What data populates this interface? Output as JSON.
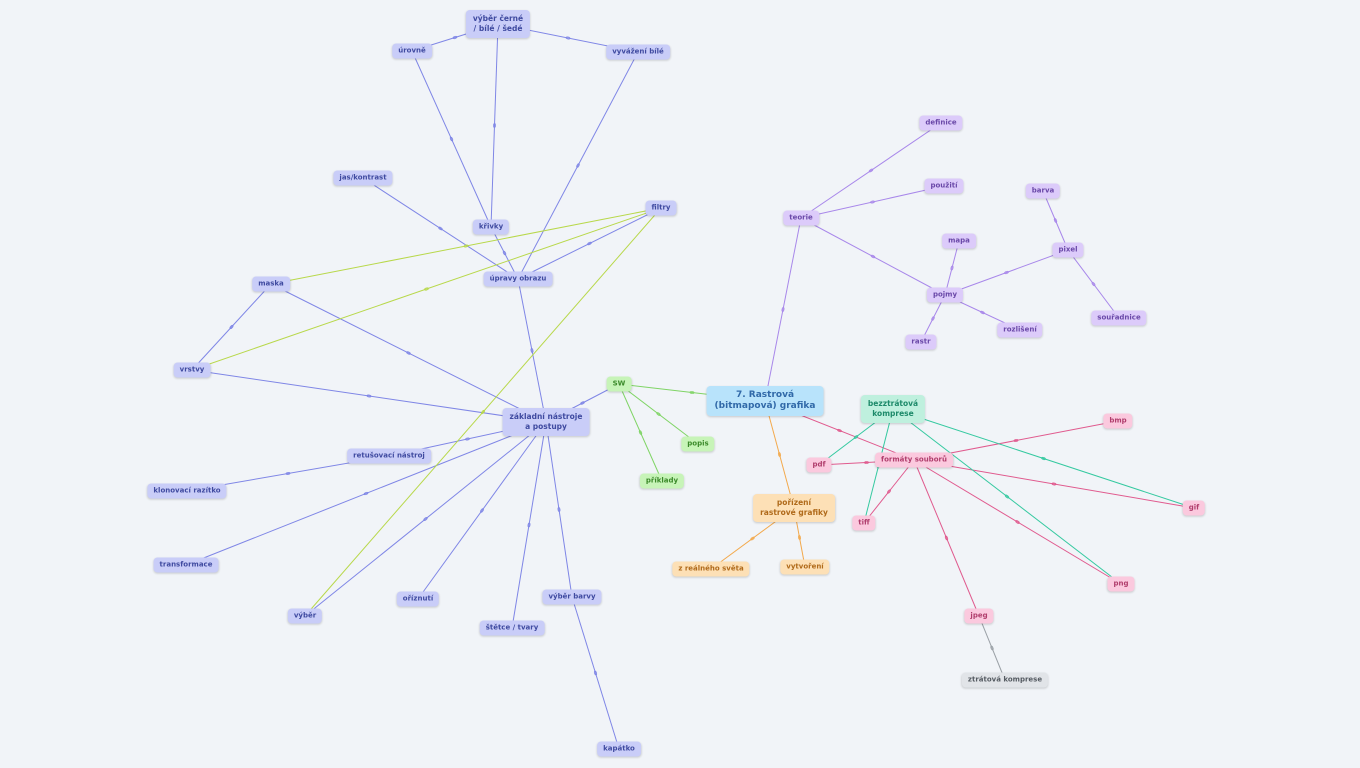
{
  "colors": {
    "blue": "#7f86e6",
    "purple": "#a887ea",
    "green": "#7fd465",
    "orange": "#f3a94c",
    "pink": "#e05a8e",
    "teal": "#35c9a0",
    "lime": "#b8d84a",
    "gray": "#9aa0a6"
  },
  "diagram": {
    "nodes": [
      {
        "id": "root",
        "label": "7. Rastrová (bitmapová) grafika",
        "color": "root"
      },
      {
        "id": "teorie",
        "label": "teorie",
        "color": "purple"
      },
      {
        "id": "definice",
        "label": "definice",
        "color": "purple"
      },
      {
        "id": "pouziti",
        "label": "použití",
        "color": "purple"
      },
      {
        "id": "pojmy",
        "label": "pojmy",
        "color": "purple"
      },
      {
        "id": "mapa",
        "label": "mapa",
        "color": "purple"
      },
      {
        "id": "pixel",
        "label": "pixel",
        "color": "purple"
      },
      {
        "id": "barva",
        "label": "barva",
        "color": "purple"
      },
      {
        "id": "souradnice",
        "label": "souřadnice",
        "color": "purple"
      },
      {
        "id": "rozliseni",
        "label": "rozlišení",
        "color": "purple"
      },
      {
        "id": "rastr",
        "label": "rastr",
        "color": "purple"
      },
      {
        "id": "sw",
        "label": "SW",
        "color": "green"
      },
      {
        "id": "popis",
        "label": "popis",
        "color": "green"
      },
      {
        "id": "priklady",
        "label": "příklady",
        "color": "green"
      },
      {
        "id": "porizeni",
        "label": "pořízení rastrové grafiky",
        "color": "orange"
      },
      {
        "id": "realny",
        "label": "z reálného světa",
        "color": "orange"
      },
      {
        "id": "vytvoreni",
        "label": "vytvoření",
        "color": "orange"
      },
      {
        "id": "formaty",
        "label": "formáty souborů",
        "color": "pink"
      },
      {
        "id": "bmp",
        "label": "bmp",
        "color": "pink"
      },
      {
        "id": "pdf",
        "label": "pdf",
        "color": "pink"
      },
      {
        "id": "tiff",
        "label": "tiff",
        "color": "pink"
      },
      {
        "id": "gif",
        "label": "gif",
        "color": "pink"
      },
      {
        "id": "png",
        "label": "png",
        "color": "pink"
      },
      {
        "id": "jpeg",
        "label": "jpeg",
        "color": "pink"
      },
      {
        "id": "bezztratova",
        "label": "bezztrátová komprese",
        "color": "teal"
      },
      {
        "id": "ztratova",
        "label": "ztrátová komprese",
        "color": "gray"
      },
      {
        "id": "zakladni",
        "label": "základní nástroje a postupy",
        "color": "blue"
      },
      {
        "id": "upravy",
        "label": "úpravy obrazu",
        "color": "blue"
      },
      {
        "id": "krivky",
        "label": "křivky",
        "color": "blue"
      },
      {
        "id": "filtry",
        "label": "filtry",
        "color": "blue"
      },
      {
        "id": "jas",
        "label": "jas/kontrast",
        "color": "blue"
      },
      {
        "id": "vyber_cb",
        "label": "výběr černé / bílé / šedé",
        "color": "blue"
      },
      {
        "id": "urovne",
        "label": "úrovně",
        "color": "blue"
      },
      {
        "id": "vyvazeni",
        "label": "vyvážení bílé",
        "color": "blue"
      },
      {
        "id": "maska",
        "label": "maska",
        "color": "blue"
      },
      {
        "id": "vrstvy",
        "label": "vrstvy",
        "color": "blue"
      },
      {
        "id": "retus",
        "label": "retušovací nástroj",
        "color": "blue"
      },
      {
        "id": "klon",
        "label": "klonovací razítko",
        "color": "blue"
      },
      {
        "id": "transformace",
        "label": "transformace",
        "color": "blue"
      },
      {
        "id": "vyber",
        "label": "výběr",
        "color": "blue"
      },
      {
        "id": "oriznuti",
        "label": "oříznutí",
        "color": "blue"
      },
      {
        "id": "stetce",
        "label": "štětce / tvary",
        "color": "blue"
      },
      {
        "id": "vyber_barvy",
        "label": "výběr barvy",
        "color": "blue"
      },
      {
        "id": "kapatko",
        "label": "kapátko",
        "color": "blue"
      }
    ],
    "edges": [
      {
        "from": "root",
        "to": "teorie",
        "color": "purple"
      },
      {
        "from": "teorie",
        "to": "definice",
        "color": "purple"
      },
      {
        "from": "teorie",
        "to": "pouziti",
        "color": "purple"
      },
      {
        "from": "teorie",
        "to": "pojmy",
        "color": "purple"
      },
      {
        "from": "pojmy",
        "to": "mapa",
        "color": "purple"
      },
      {
        "from": "pojmy",
        "to": "pixel",
        "color": "purple"
      },
      {
        "from": "pixel",
        "to": "barva",
        "color": "purple"
      },
      {
        "from": "pixel",
        "to": "souradnice",
        "color": "purple"
      },
      {
        "from": "pojmy",
        "to": "rozliseni",
        "color": "purple"
      },
      {
        "from": "pojmy",
        "to": "rastr",
        "color": "purple"
      },
      {
        "from": "root",
        "to": "sw",
        "color": "green"
      },
      {
        "from": "sw",
        "to": "popis",
        "color": "green"
      },
      {
        "from": "sw",
        "to": "priklady",
        "color": "green"
      },
      {
        "from": "root",
        "to": "porizeni",
        "color": "orange"
      },
      {
        "from": "porizeni",
        "to": "realny",
        "color": "orange"
      },
      {
        "from": "porizeni",
        "to": "vytvoreni",
        "color": "orange"
      },
      {
        "from": "root",
        "to": "formaty",
        "color": "pink"
      },
      {
        "from": "formaty",
        "to": "bmp",
        "color": "pink"
      },
      {
        "from": "formaty",
        "to": "pdf",
        "color": "pink"
      },
      {
        "from": "formaty",
        "to": "tiff",
        "color": "pink"
      },
      {
        "from": "formaty",
        "to": "gif",
        "color": "pink"
      },
      {
        "from": "formaty",
        "to": "png",
        "color": "pink"
      },
      {
        "from": "formaty",
        "to": "jpeg",
        "color": "pink"
      },
      {
        "from": "jpeg",
        "to": "ztratova",
        "color": "gray"
      },
      {
        "from": "bezztratova",
        "to": "pdf",
        "color": "teal"
      },
      {
        "from": "bezztratova",
        "to": "tiff",
        "color": "teal"
      },
      {
        "from": "bezztratova",
        "to": "gif",
        "color": "teal"
      },
      {
        "from": "bezztratova",
        "to": "png",
        "color": "teal"
      },
      {
        "from": "sw",
        "to": "zakladni",
        "color": "blue"
      },
      {
        "from": "zakladni",
        "to": "upravy",
        "color": "blue"
      },
      {
        "from": "upravy",
        "to": "krivky",
        "color": "blue"
      },
      {
        "from": "upravy",
        "to": "filtry",
        "color": "blue"
      },
      {
        "from": "upravy",
        "to": "jas",
        "color": "blue"
      },
      {
        "from": "upravy",
        "to": "vyvazeni",
        "color": "blue"
      },
      {
        "from": "krivky",
        "to": "urovne",
        "color": "blue"
      },
      {
        "from": "krivky",
        "to": "vyber_cb",
        "color": "blue"
      },
      {
        "from": "urovne",
        "to": "vyber_cb",
        "color": "blue"
      },
      {
        "from": "vyber_cb",
        "to": "vyvazeni",
        "color": "blue"
      },
      {
        "from": "zakladni",
        "to": "maska",
        "color": "blue"
      },
      {
        "from": "zakladni",
        "to": "vrstvy",
        "color": "blue"
      },
      {
        "from": "vrstvy",
        "to": "maska",
        "color": "blue"
      },
      {
        "from": "zakladni",
        "to": "retus",
        "color": "blue"
      },
      {
        "from": "retus",
        "to": "klon",
        "color": "blue"
      },
      {
        "from": "zakladni",
        "to": "transformace",
        "color": "blue"
      },
      {
        "from": "zakladni",
        "to": "vyber",
        "color": "blue"
      },
      {
        "from": "zakladni",
        "to": "oriznuti",
        "color": "blue"
      },
      {
        "from": "zakladni",
        "to": "stetce",
        "color": "blue"
      },
      {
        "from": "zakladni",
        "to": "vyber_barvy",
        "color": "blue"
      },
      {
        "from": "vyber_barvy",
        "to": "kapatko",
        "color": "blue"
      },
      {
        "from": "filtry",
        "to": "maska",
        "color": "lime"
      },
      {
        "from": "filtry",
        "to": "vrstvy",
        "color": "lime"
      },
      {
        "from": "filtry",
        "to": "vyber",
        "color": "lime"
      }
    ]
  }
}
